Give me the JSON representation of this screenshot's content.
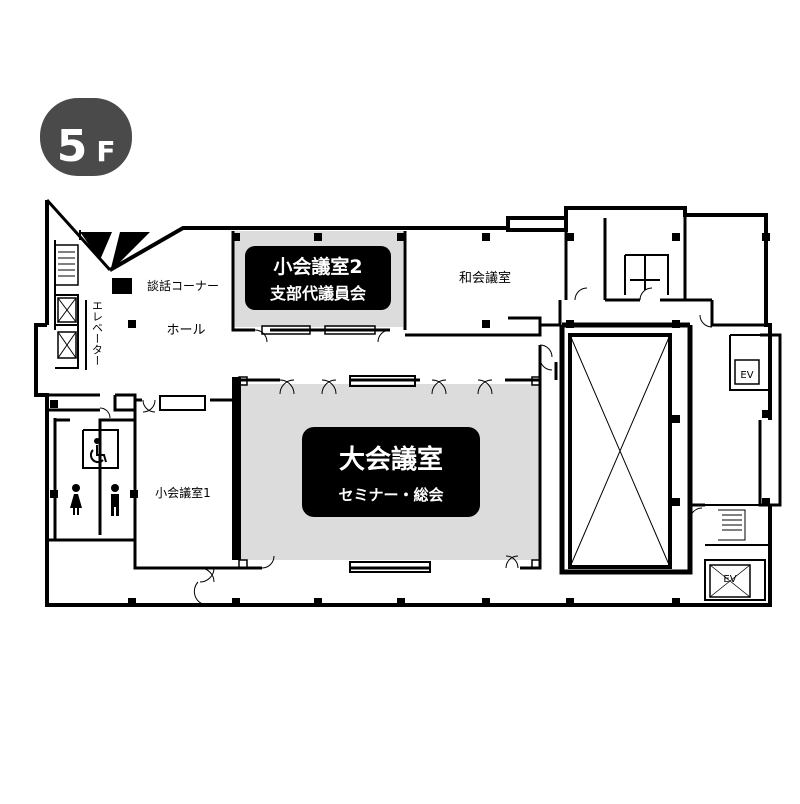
{
  "floor_badge": {
    "number": "5",
    "letter": "F",
    "color": "#4a4a4a"
  },
  "rooms": {
    "small_room_2": {
      "name": "小会議室2",
      "usage": "支部代議員会",
      "highlight": "#dcdcdc"
    },
    "japanese_room": {
      "name": "和会議室"
    },
    "talk_corner": {
      "name": "談話コーナー"
    },
    "hall": {
      "name": "ホール"
    },
    "elevator_label": {
      "name": "エレベーター"
    },
    "large_room": {
      "name": "大会議室",
      "usage": "セミナー・総会",
      "highlight": "#dcdcdc"
    },
    "small_room_1": {
      "name": "小会議室1"
    }
  },
  "elevators": {
    "ev_upper": "EV",
    "ev_lower": "EV"
  },
  "colors": {
    "wall": "#000000",
    "label_bg": "#000000",
    "label_text": "#ffffff"
  }
}
